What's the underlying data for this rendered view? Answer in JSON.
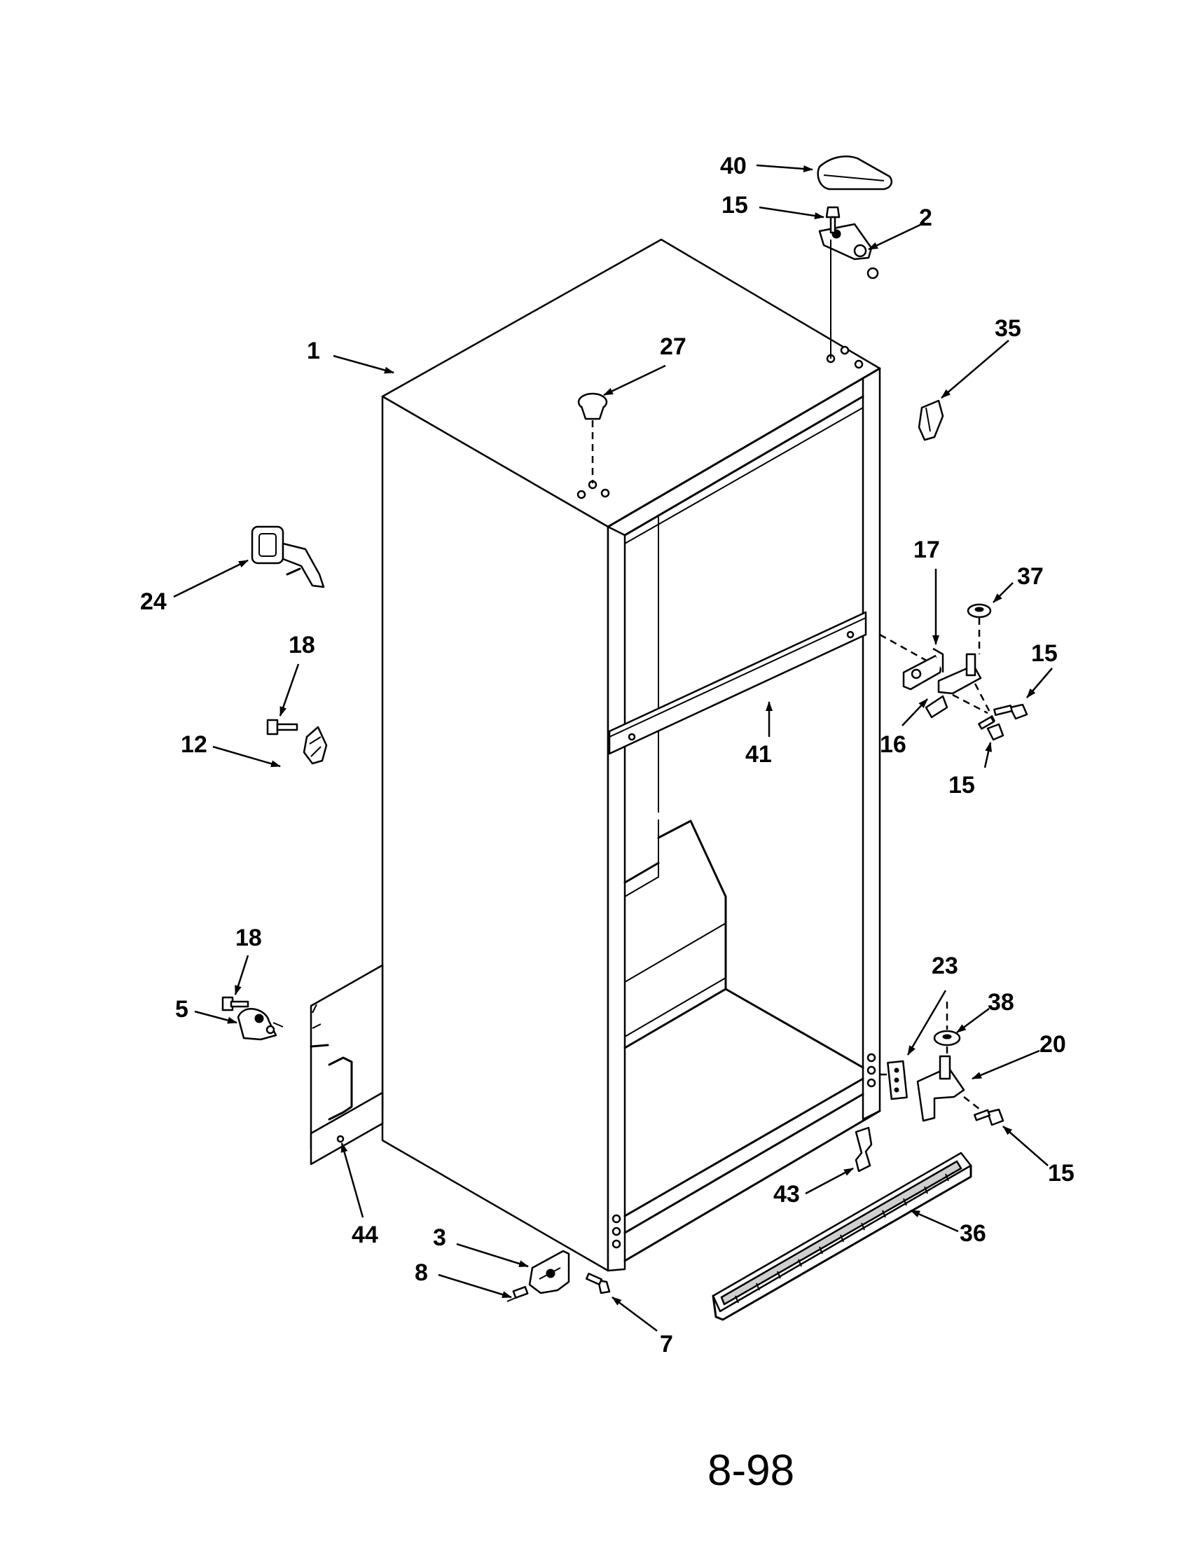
{
  "page_number": "8-98",
  "callouts": [
    {
      "id": "c40",
      "text": "40"
    },
    {
      "id": "c15a",
      "text": "15"
    },
    {
      "id": "c2",
      "text": "2"
    },
    {
      "id": "c1",
      "text": "1"
    },
    {
      "id": "c27",
      "text": "27"
    },
    {
      "id": "c35",
      "text": "35"
    },
    {
      "id": "c24",
      "text": "24"
    },
    {
      "id": "c17",
      "text": "17"
    },
    {
      "id": "c37",
      "text": "37"
    },
    {
      "id": "c15b",
      "text": "15"
    },
    {
      "id": "c18a",
      "text": "18"
    },
    {
      "id": "c12",
      "text": "12"
    },
    {
      "id": "c41",
      "text": "41"
    },
    {
      "id": "c16",
      "text": "16"
    },
    {
      "id": "c15c",
      "text": "15"
    },
    {
      "id": "c18b",
      "text": "18"
    },
    {
      "id": "c23",
      "text": "23"
    },
    {
      "id": "c38",
      "text": "38"
    },
    {
      "id": "c5",
      "text": "5"
    },
    {
      "id": "c20",
      "text": "20"
    },
    {
      "id": "c15d",
      "text": "15"
    },
    {
      "id": "c43",
      "text": "43"
    },
    {
      "id": "c36",
      "text": "36"
    },
    {
      "id": "c44",
      "text": "44"
    },
    {
      "id": "c3",
      "text": "3"
    },
    {
      "id": "c8",
      "text": "8"
    },
    {
      "id": "c7",
      "text": "7"
    }
  ]
}
